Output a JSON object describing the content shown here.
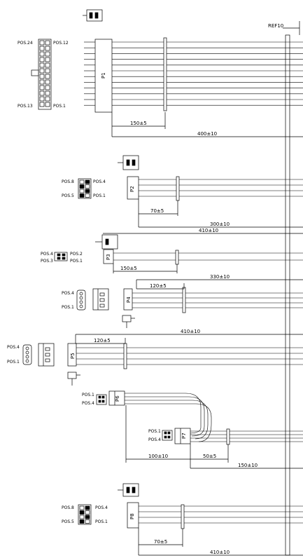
{
  "ref": "REF10",
  "p1": {
    "name": "P1",
    "pos24": "POS.24",
    "pos12": "POS.12",
    "pos13": "POS.13",
    "pos1": "POS.1",
    "dim_a": "150±5",
    "dim_b": "400±10"
  },
  "p2": {
    "name": "P2",
    "pos8": "POS.8",
    "pos4": "POS.4",
    "pos5": "POS.5",
    "pos1": "POS.1",
    "dim_a": "70±5",
    "dim_b": "300±10"
  },
  "p3": {
    "name": "P3",
    "pos4": "POS.4",
    "pos2": "POS.2",
    "pos3": "POS.3",
    "pos1": "POS.1",
    "dim_top": "410±10",
    "dim_a": "150±5"
  },
  "p4": {
    "name": "P4",
    "pos4": "POS.4",
    "pos1": "POS.1",
    "dim_top": "330±10",
    "dim_a": "120±5"
  },
  "p5": {
    "name": "P5",
    "pos4": "POS.4",
    "pos1": "POS.1",
    "dim_top": "410±10",
    "dim_a": "120±5"
  },
  "p6": {
    "name": "P6",
    "pos1": "POS.1",
    "pos4": "POS.4"
  },
  "p7": {
    "name": "P7",
    "pos1": "POS.1",
    "pos4": "POS.4",
    "dim_a": "100±10",
    "dim_b": "50±5",
    "dim_c": "150±10"
  },
  "p8": {
    "name": "P8",
    "pos8": "POS.8",
    "pos4": "POS.4",
    "pos5": "POS.5",
    "pos1": "POS.1",
    "dim_a": "70±5",
    "dim_b": "410±10"
  }
}
